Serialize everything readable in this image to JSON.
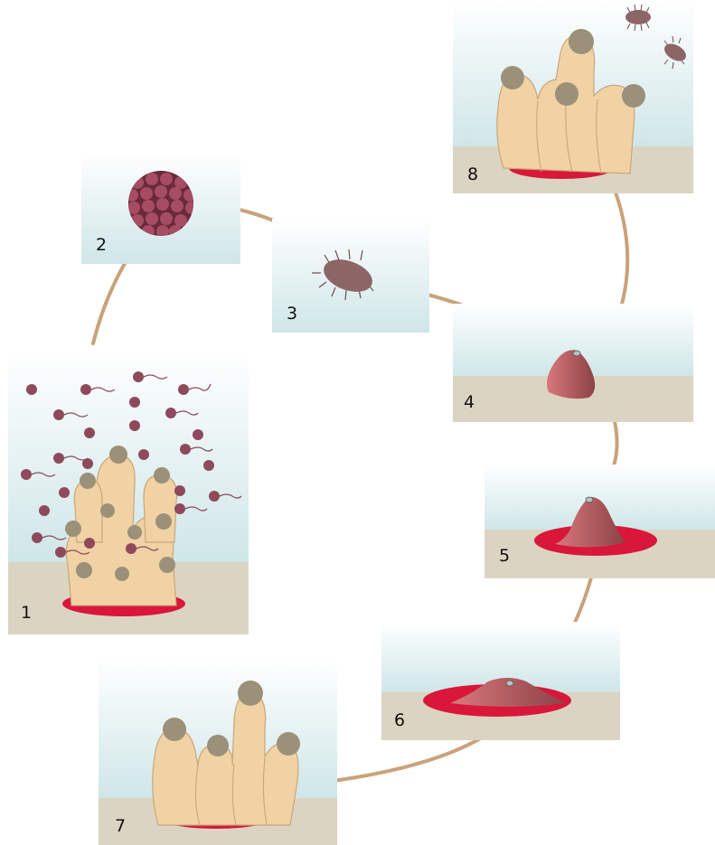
{
  "stages": [
    {
      "id": 1,
      "label": "1"
    },
    {
      "id": 2,
      "label": "2"
    },
    {
      "id": 3,
      "label": "3"
    },
    {
      "id": 4,
      "label": "4"
    },
    {
      "id": 5,
      "label": "5"
    },
    {
      "id": 6,
      "label": "6"
    },
    {
      "id": 7,
      "label": "7"
    },
    {
      "id": 8,
      "label": "8"
    }
  ],
  "colors": {
    "water_top": "#ffffff",
    "water_bottom": "#cfe6e8",
    "seabed": "#dcd4c2",
    "coral": "#f0d2a4",
    "coral_edge": "#c9a77a",
    "tentacle": "#9b9078",
    "gamete": "#8e4a5c",
    "larva": "#8c6566",
    "polyp": "#b8595c",
    "skeleton": "#d8173a",
    "arrow": "#c9a27a"
  }
}
